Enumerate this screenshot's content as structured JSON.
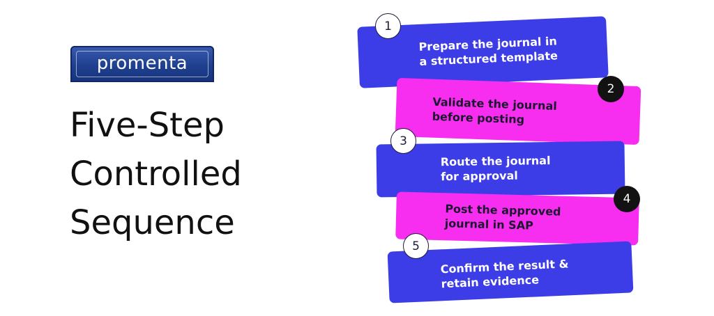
{
  "logo": {
    "text": "promenta"
  },
  "title": {
    "line1": "Five-Step",
    "line2": "Controlled",
    "line3": "Sequence"
  },
  "steps": [
    {
      "number": "1",
      "line1": "Prepare the journal in",
      "line2": "a structured template"
    },
    {
      "number": "2",
      "line1": "Validate the journal",
      "line2": "before posting"
    },
    {
      "number": "3",
      "line1": "Route the journal",
      "line2": "for approval"
    },
    {
      "number": "4",
      "line1": "Post the approved",
      "line2": "journal in SAP"
    },
    {
      "number": "5",
      "line1": "Confirm the result &",
      "line2": "retain evidence"
    }
  ],
  "colors": {
    "blue": "#3d3de8",
    "pink": "#f72ef0",
    "dark": "#121212"
  }
}
